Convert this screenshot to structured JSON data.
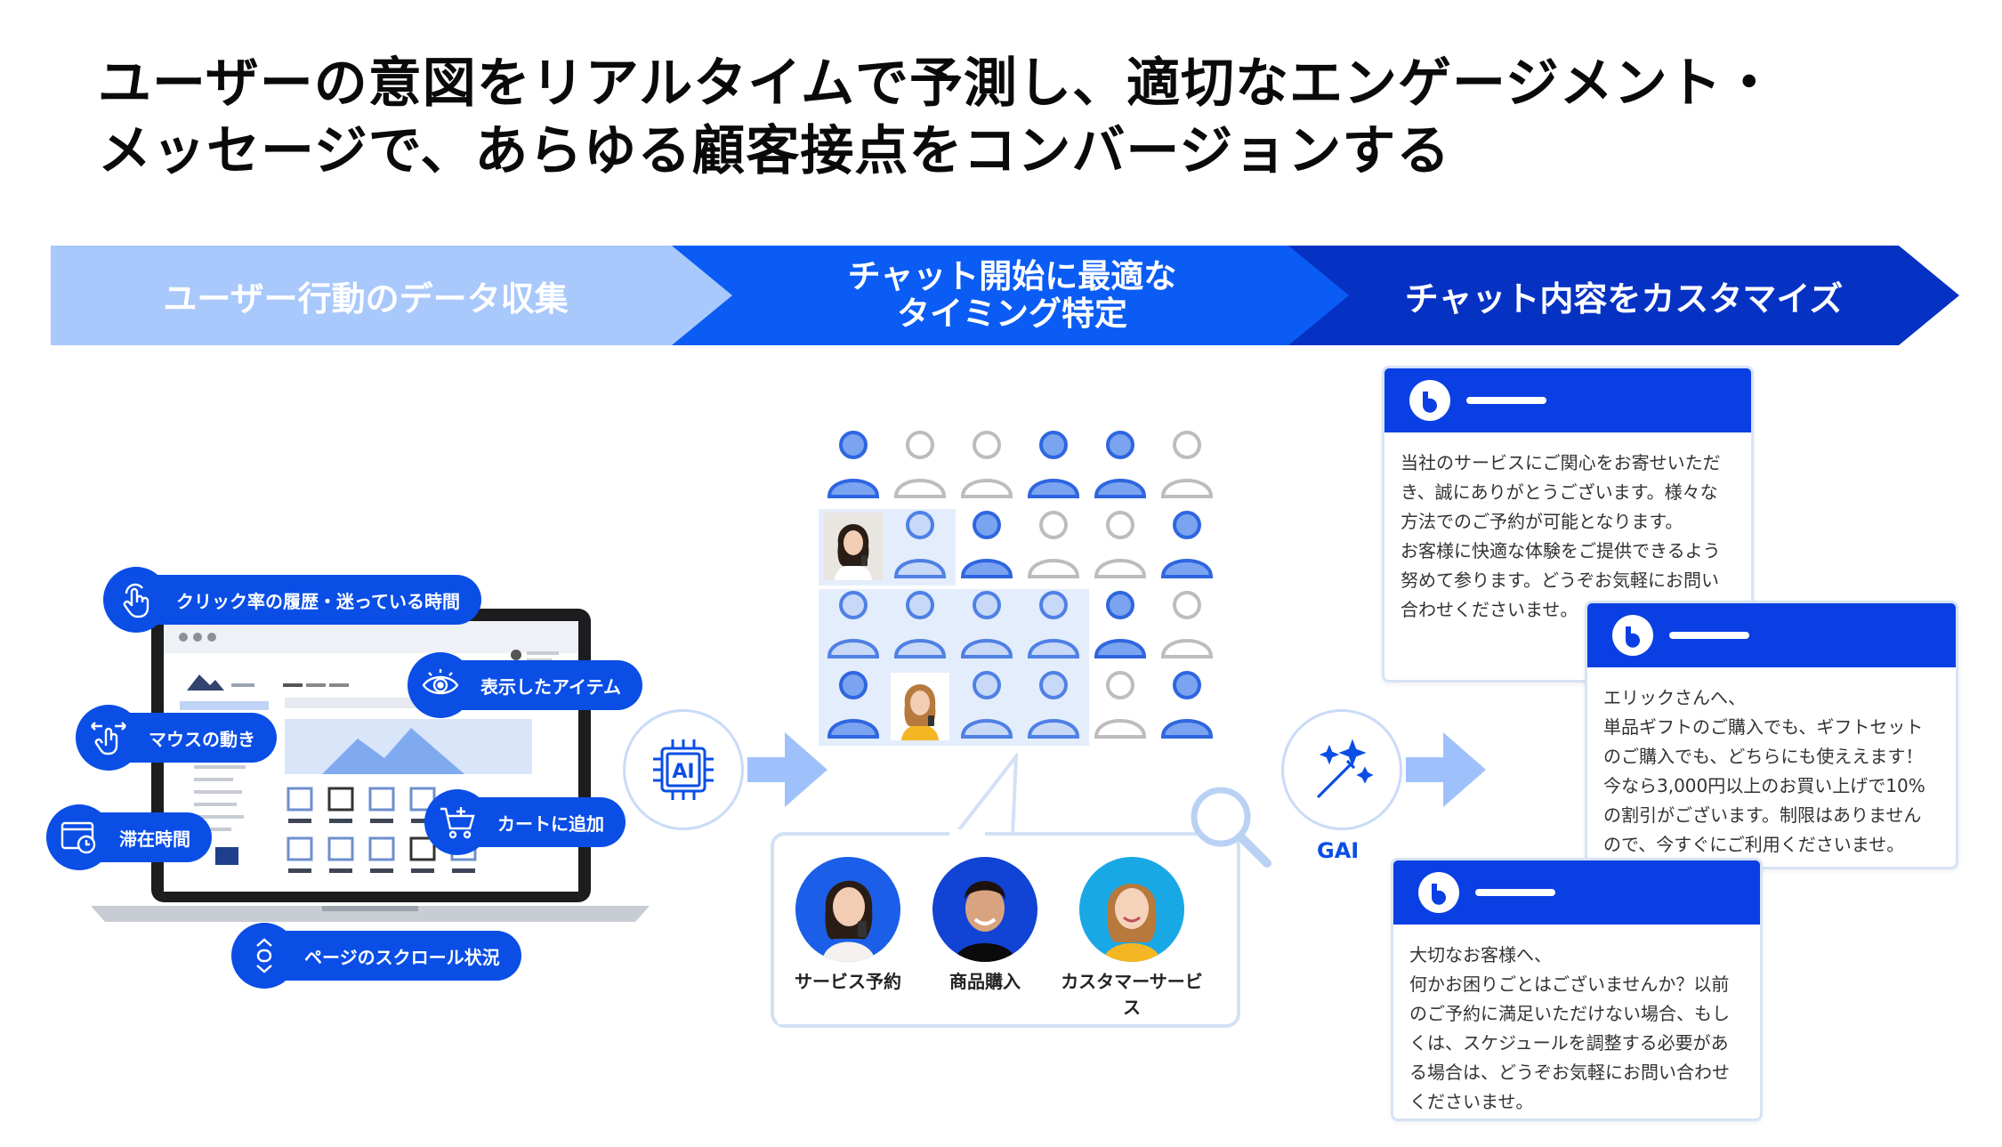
{
  "headline": {
    "line1": "ユーザーの意図をリアルタイムで予測し、適切なエンゲージメント・",
    "line2": "メッセージで、あらゆる顧客接点をコンバージョンする"
  },
  "steps": [
    {
      "lines": [
        "ユーザー行動のデータ収集"
      ]
    },
    {
      "lines": [
        "チャット開始に最適な",
        "タイミング特定"
      ]
    },
    {
      "lines": [
        "チャット内容をカスタマイズ"
      ]
    }
  ],
  "behaviors": {
    "click_rate": "クリック率の履歴・迷っている時間",
    "displayed_items": "表示したアイテム",
    "mouse": "マウスの動き",
    "dwell": "滞在時間",
    "add_cart": "カートに追加",
    "scroll": "ページのスクロール状況"
  },
  "icons": {
    "ai_chip": "ai-chip-icon",
    "magic_wand": "magic-wand-icon",
    "magnifier": "magnifier-icon"
  },
  "ai_label": "AI",
  "gai_label": "GAI",
  "segments": [
    {
      "label": "サービス予約"
    },
    {
      "label": "商品購入"
    },
    {
      "label": "カスタマーサービス"
    }
  ],
  "messages": [
    {
      "text": "当社のサービスにご関心をお寄せいただ\nき、誠にありがとうございます。様々な\n方法でのご予約が可能となります。\nお客様に快適な体験をご提供できるよう\n努めて参ります。どうぞお気軽にお問い\n合わせくださいませ。"
    },
    {
      "text": "エリックさんへ、\n単品ギフトのご購入でも、ギフトセット\nのご購入でも、どちらにも使ええます！\n今なら3,000円以上のお買い上げで10%\nの割引がございます。制限はありません\nので、今すぐにご利用くださいませ。"
    },
    {
      "text": "大切なお客様へ、\n何かお困りごとはございませんか？以前\nのご予約に満足いただけない場合、もし\nくは、スケジュールを調整する必要があ\nる場合は、どうぞお気軽にお問い合わせ\nくださいませ。"
    }
  ],
  "colors": {
    "step1": "#a9c8fb",
    "step2": "#0a5cf4",
    "step3": "#0632c4",
    "accent": "#0a4ee6",
    "light_person": "#a9c2ef",
    "blue_person": "#2f66e0",
    "grey_person": "#bdbdbd"
  }
}
